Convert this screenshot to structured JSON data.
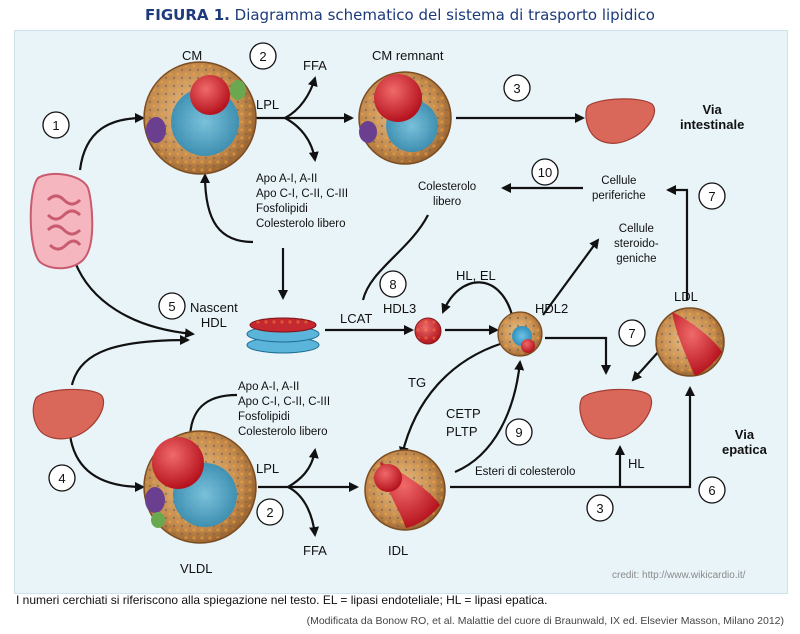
{
  "title": {
    "prefix": "FIGURA 1.",
    "text": "Diagramma schematico del sistema di trasporto lipidico"
  },
  "labels": {
    "cm": "CM",
    "cm_remnant": "CM remnant",
    "ffa_top": "FFA",
    "ffa_bottom": "FFA",
    "lpl_top": "LPL",
    "lpl_bottom": "LPL",
    "apo_top": [
      "Apo A-I, A-II",
      "Apo C-I, C-II, C-III",
      "Fosfolipidi",
      "Colesterolo libero"
    ],
    "apo_bottom": [
      "Apo A-I, A-II",
      "Apo C-I, C-II, C-III",
      "Fosfolipidi",
      "Colesterolo libero"
    ],
    "nascent_hdl": [
      "Nascent",
      "HDL"
    ],
    "lcat": "LCAT",
    "hdl3": "HDL3",
    "hdl2": "HDL2",
    "hl_el": "HL, EL",
    "colesterolo_libero": [
      "Colesterolo",
      "libero"
    ],
    "cellule_periferiche": [
      "Cellule",
      "periferiche"
    ],
    "cellule_steroido": [
      "Cellule",
      "steroido-",
      "geniche"
    ],
    "ldl": "LDL",
    "tg": "TG",
    "cetp": "CETP",
    "pltp": "PLTP",
    "esteri": "Esteri di colesterolo",
    "hl": "HL",
    "vldl": "VLDL",
    "idl": "IDL",
    "via_intestinale": [
      "Via",
      "intestinale"
    ],
    "via_epatica": [
      "Via",
      "epatica"
    ]
  },
  "numbers": [
    "1",
    "2",
    "3",
    "4",
    "5",
    "6",
    "7",
    "8",
    "9",
    "10",
    "2",
    "3",
    "7"
  ],
  "caption": "I numeri cerchiati si riferiscono alla spiegazione nel testo. EL = lipasi endoteliale; HL = lipasi epatica.",
  "source": "(Modificata da Bonow RO, et al. Malattie del cuore di Braunwald, IX ed.  Elsevier Masson, Milano 2012)",
  "credit": "credit: http://www.wikicardio.it/",
  "colors": {
    "panel": "#e9f4f9",
    "title": "#1d3a7a",
    "liver": "#d9685a",
    "core": "#d7252f",
    "particle": "#c28a4e",
    "hdl": "#5bb4d9"
  }
}
